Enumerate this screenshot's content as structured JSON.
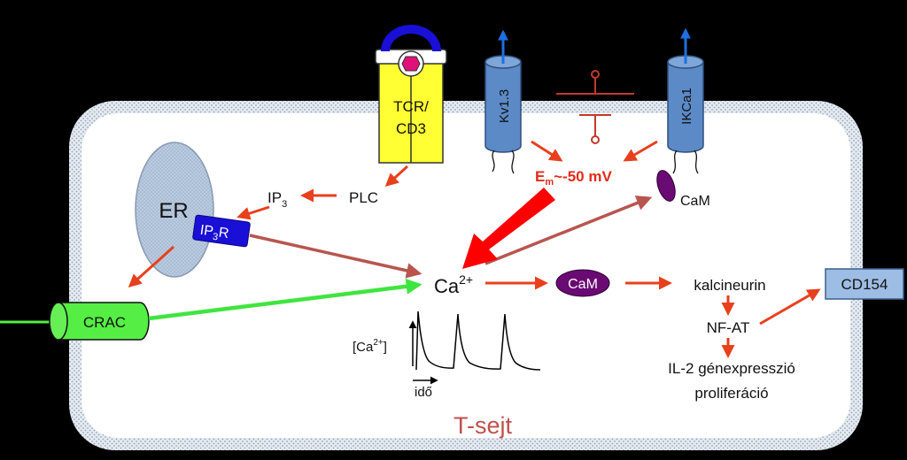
{
  "labels": {
    "tcr_line1": "TCR/",
    "tcr_line2": "CD3",
    "kv": "Kv1.3",
    "ikca": "IKCa1",
    "em_main": "E",
    "em_sub": "m",
    "em_rest": "~-50 mV",
    "cam_top": "CaM",
    "er": "ER",
    "ip3_main": "IP",
    "ip3_sub": "3",
    "plc": "PLC",
    "ip3r_main": "IP",
    "ip3r_sub": "3",
    "ip3r_rest": "R",
    "ca_main": "Ca",
    "ca_sup": "2+",
    "cam_mid": "CaM",
    "kalcineurin": "kalcineurin",
    "cd154": "CD154",
    "nfat": "NF-AT",
    "il2": "IL-2 génexpresszió",
    "prolif": "proliferáció",
    "crac": "CRAC",
    "graph_y_main": "[Ca",
    "graph_y_sup": "2+",
    "graph_y_end": "]",
    "graph_x": "idő",
    "cell": "T-sejt"
  },
  "colors": {
    "background": "#000000",
    "cell_border": "#c9d3dc",
    "cell_fill": "#ffffff",
    "arrow_red": "#e8401c",
    "arrow_brown": "#b8554f",
    "arrow_green": "#3fe53f",
    "tcr_yellow": "#ffff33",
    "receptor_blue": "#1a0fd6",
    "channel_blue": "#5b8ac7",
    "crac_green": "#55ee44",
    "cam_purple": "#6a0a73",
    "er_fill": "#9fb3cf",
    "cd154_fill": "#9dbde4",
    "cell_label": "#c0504d",
    "em_text": "#e32b1a"
  },
  "icons": [
    "receptor-ligand-icon",
    "channel-cylinder-icon",
    "membrane-potential-icon",
    "calcium-spike-graph-icon"
  ]
}
